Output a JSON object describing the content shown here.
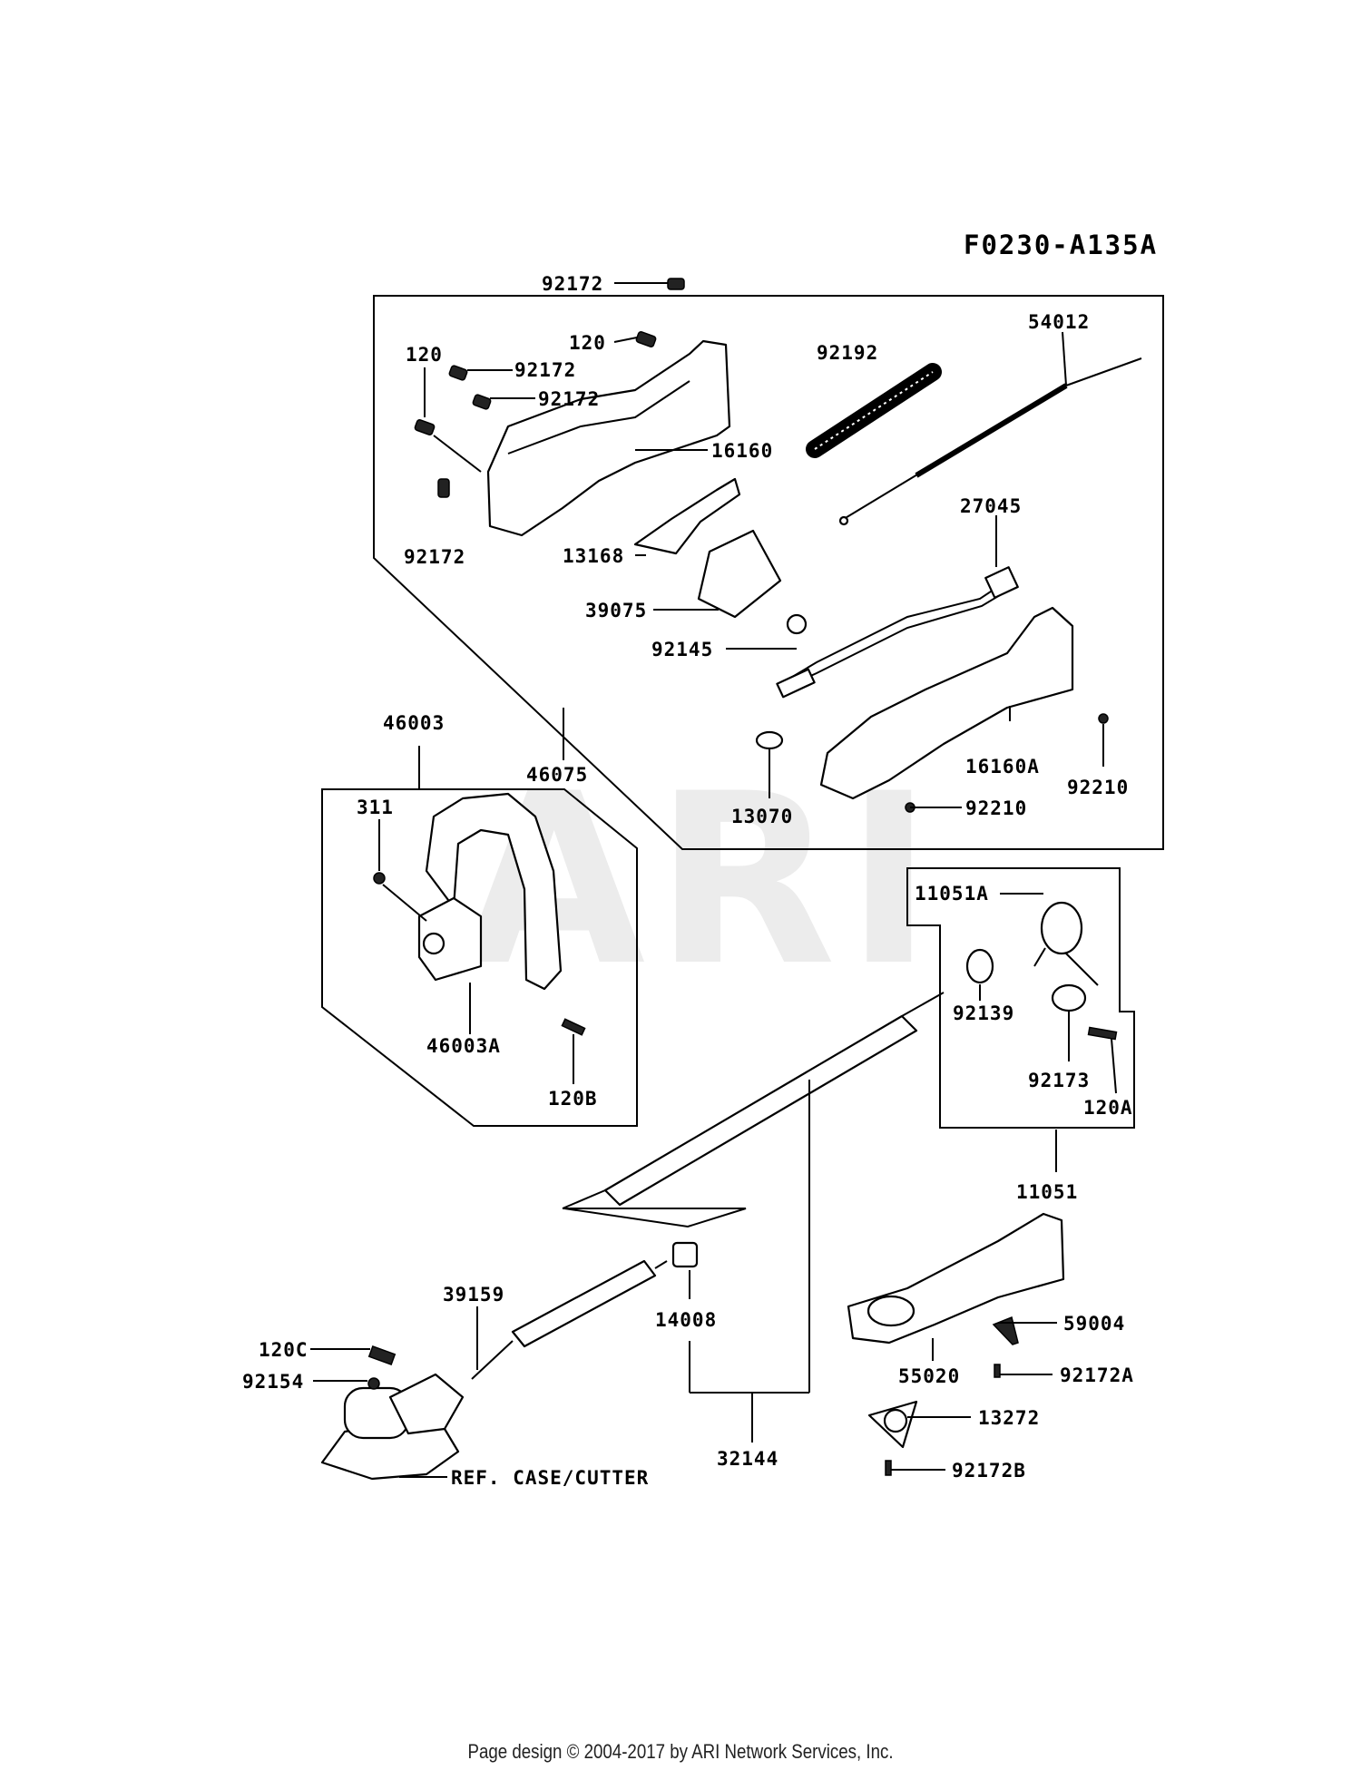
{
  "diagram_code": "F0230-A135A",
  "watermark": "ARI",
  "footer": "Page design © 2004-2017 by ARI Network Services, Inc.",
  "parts": {
    "p92172_a": "92172",
    "p120_a": "120",
    "p120_b": "120",
    "p92172_b": "92172",
    "p92172_c": "92172",
    "p92172_d": "92172",
    "p16160": "16160",
    "p13168": "13168",
    "p92192": "92192",
    "p54012": "54012",
    "p27045": "27045",
    "p39075": "39075",
    "p92145": "92145",
    "p46003": "46003",
    "p46075": "46075",
    "p16160A": "16160A",
    "p92210_a": "92210",
    "p92210_b": "92210",
    "p13070": "13070",
    "p311": "311",
    "p11051A": "11051A",
    "p92139": "92139",
    "p92173": "92173",
    "p120A": "120A",
    "p46003A": "46003A",
    "p120B": "120B",
    "p11051": "11051",
    "p39159": "39159",
    "p14008": "14008",
    "p59004": "59004",
    "p120C": "120C",
    "p92154": "92154",
    "p55020": "55020",
    "p92172A": "92172A",
    "p13272": "13272",
    "p32144": "32144",
    "pRefCase": "REF. CASE/CUTTER",
    "p92172B": "92172B"
  }
}
